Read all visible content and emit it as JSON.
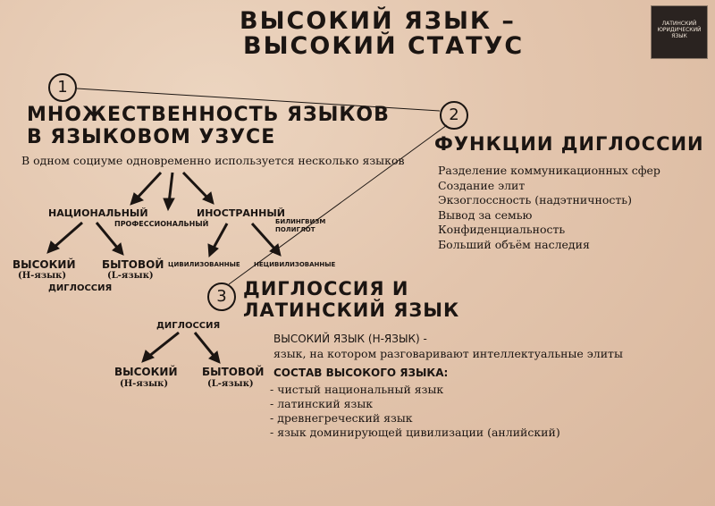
{
  "title": {
    "line1": "ВЫСОКИЙ ЯЗЫК –",
    "line2": "ВЫСОКИЙ СТАТУС"
  },
  "logo": {
    "line1": "ЛАТИНСКИЙ",
    "line2": "ЮРИДИЧЕСКИЙ",
    "line3": "ЯЗЫК"
  },
  "section1": {
    "num": "1",
    "heading1": "МНОЖЕСТВЕННОСТЬ ЯЗЫКОВ",
    "heading2": "В ЯЗЫКОВОМ УЗУСЕ",
    "intro": "В одном социуме одновременно используется несколько языков",
    "national": "НАЦИОНАЛЬНЫЙ",
    "professional": "ПРОФЕССИОНАЛЬНЫЙ",
    "foreign": "ИНОСТРАННЫЙ",
    "bilingual1": "БИЛИНГВИЗМ",
    "bilingual2": "ПОЛИГЛОТ",
    "high": "ВЫСОКИЙ",
    "high_sub": "(Н-язык)",
    "low": "БЫТОВОЙ",
    "low_sub": "(L-язык)",
    "diglossia": "ДИГЛОССИЯ",
    "civilized": "ЦИВИЛИЗОВАННЫЕ",
    "uncivilized": "НЕЦИВИЛИЗОВАННЫЕ"
  },
  "section2": {
    "num": "2",
    "heading": "ФУНКЦИИ ДИГЛОССИИ",
    "items": [
      "Разделение коммуникационных сфер",
      "Создание элит",
      "Экзоглоссность (надэтничность)",
      "Вывод за семью",
      "Конфиденциальность",
      "Больший объём наследия"
    ]
  },
  "section3": {
    "num": "3",
    "heading1": "ДИГЛОССИЯ И",
    "heading2": "ЛАТИНСКИЙ ЯЗЫК",
    "diglossia": "ДИГЛОССИЯ",
    "high": "ВЫСОКИЙ",
    "high_sub": "(Н-язык)",
    "low": "БЫТОВОЙ",
    "low_sub": "(L-язык)",
    "high_lang_title": "ВЫСОКИЙ ЯЗЫК (Н-ЯЗЫК) -",
    "high_lang_desc": "язык, на котором разговаривают интеллектуальные элиты",
    "composition_title": "СОСТАВ ВЫСОКОГО ЯЗЫКА:",
    "composition": [
      "- чистый национальный язык",
      "- латинский язык",
      "- древнегреческий язык",
      "- язык доминирующей цивилизации (анлийский)"
    ]
  }
}
